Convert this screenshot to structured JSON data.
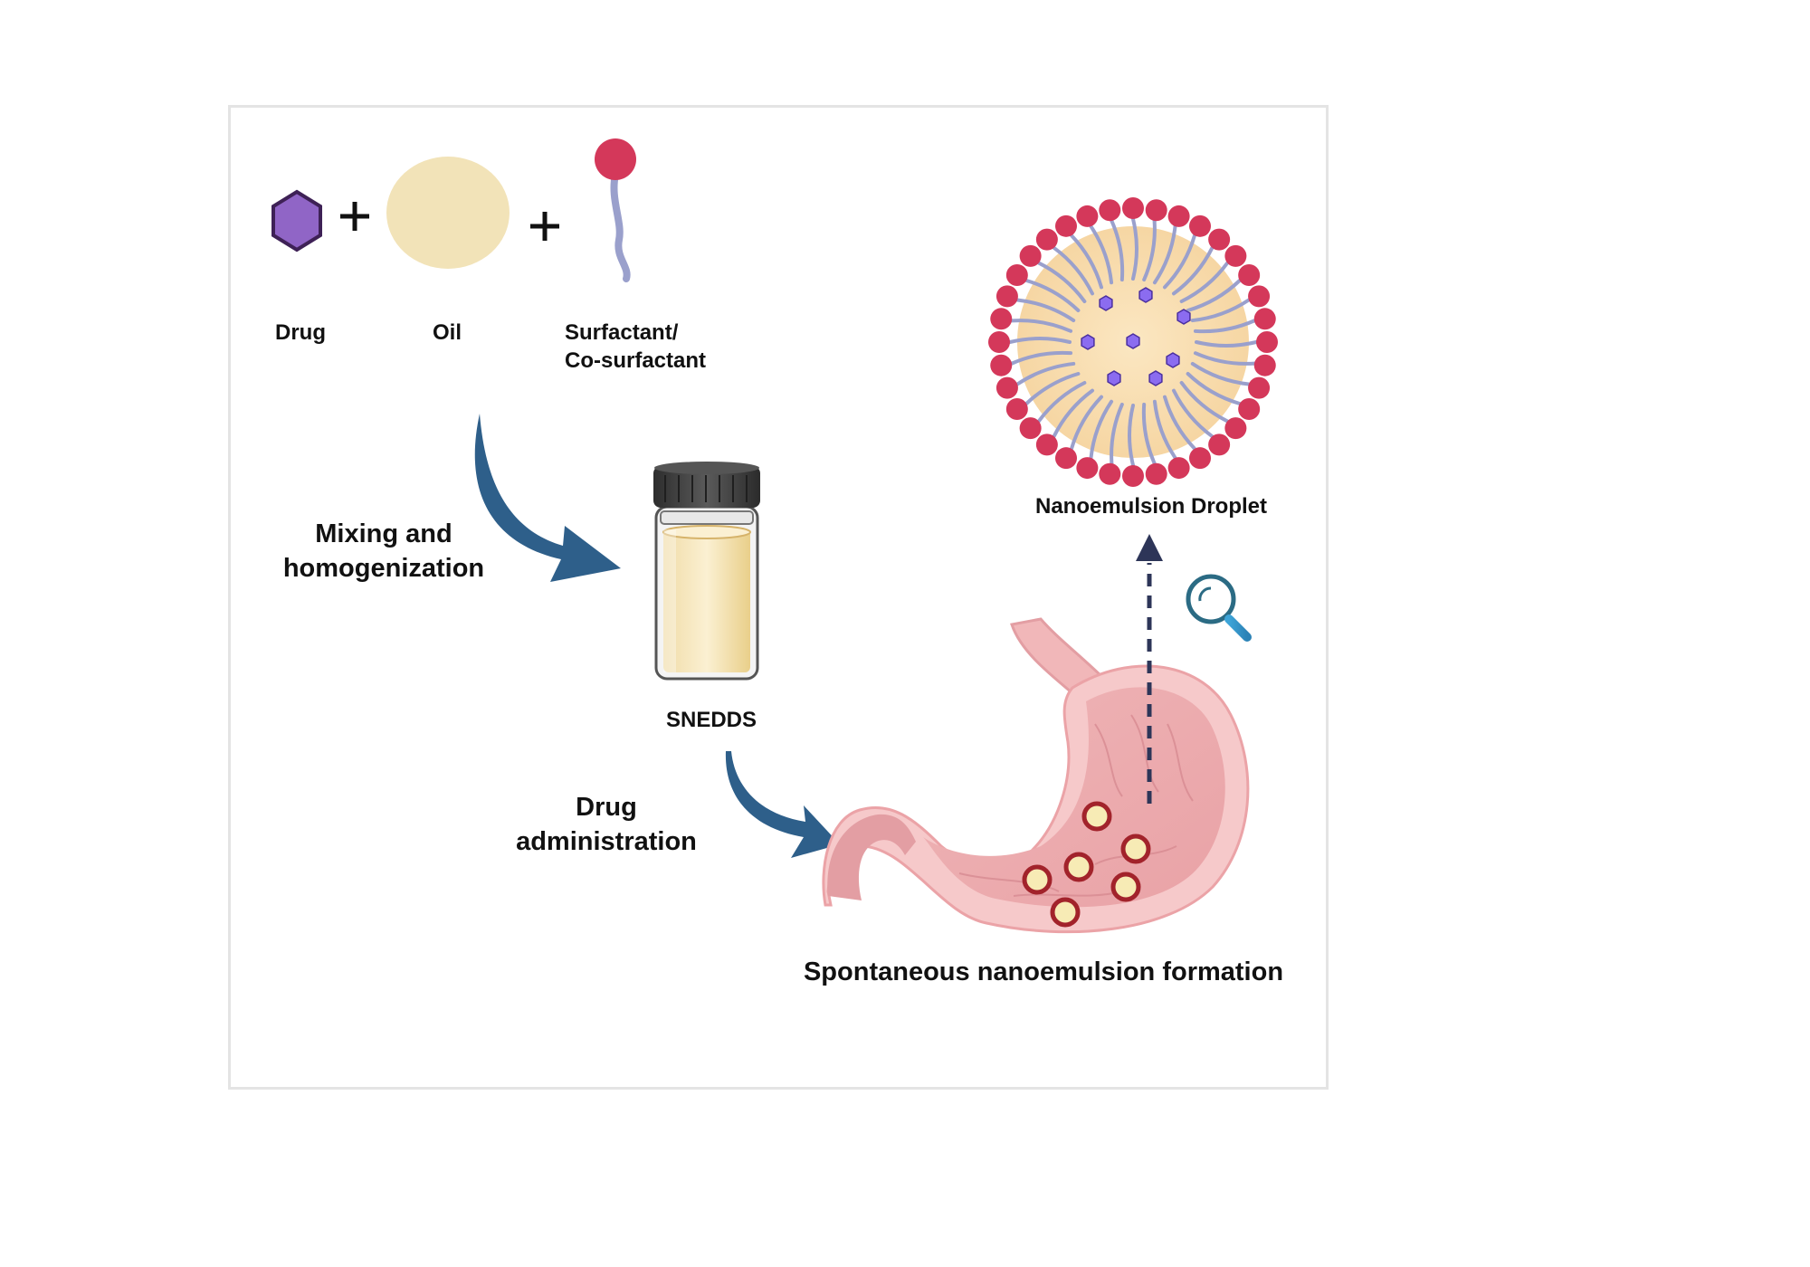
{
  "ingredients": {
    "drug_label": "Drug",
    "oil_label": "Oil",
    "surfactant_line1": "Surfactant/",
    "surfactant_line2": "Co-surfactant",
    "plus": "+"
  },
  "steps": {
    "mixing_line1": "Mixing and",
    "mixing_line2": "homogenization",
    "product_label": "SNEDDS",
    "admin_line1": "Drug",
    "admin_line2": "administration",
    "formation_label": "Spontaneous nanoemulsion formation",
    "droplet_label": "Nanoemulsion Droplet"
  },
  "colors": {
    "drug": "#9065c6",
    "oil": "#f2e3b8",
    "surfactant_head": "#d4385a",
    "surfactant_tail": "#9aa0cc",
    "arrow": "#2e5f8a",
    "stomach": "#eaa3a6",
    "frame_border": "#e4e4e4"
  },
  "icons": [
    "hexagon-drug-icon",
    "oil-droplet-icon",
    "surfactant-molecule-icon",
    "snedds-vial-icon",
    "stomach-icon",
    "magnifier-icon",
    "nanoemulsion-droplet-icon"
  ]
}
